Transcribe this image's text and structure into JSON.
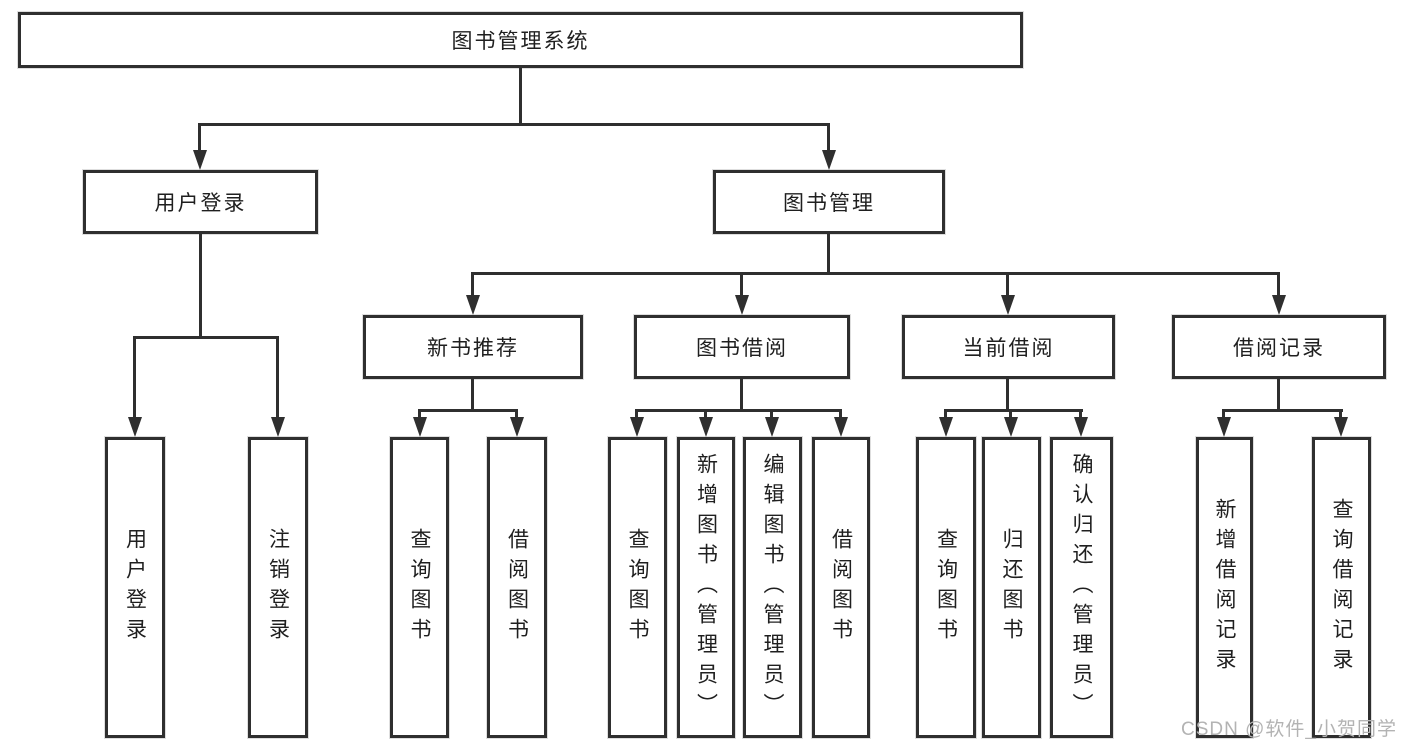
{
  "colors": {
    "line": "#2f2f2f",
    "text": "#1f1f1f",
    "watermark": "#b3b3b3"
  },
  "watermark": {
    "text": "CSDN @软件_小贺同学"
  },
  "nodes": {
    "root": {
      "label": "图书管理系统"
    },
    "user_login": {
      "label": "用户登录"
    },
    "book_mgmt": {
      "label": "图书管理"
    },
    "new_book_rec": {
      "label": "新书推荐"
    },
    "book_borrow": {
      "label": "图书借阅"
    },
    "current_borrow": {
      "label": "当前借阅"
    },
    "borrow_records": {
      "label": "借阅记录"
    },
    "leaf_user_login": {
      "label": "用户登录"
    },
    "leaf_logout": {
      "label": "注销登录"
    },
    "leaf_query_book_1": {
      "label": "查询图书"
    },
    "leaf_borrow_book_1": {
      "label": "借阅图书"
    },
    "leaf_query_book_2": {
      "label": "查询图书"
    },
    "leaf_add_book_admin": {
      "label": "新增图书（管理员）"
    },
    "leaf_edit_book_admin": {
      "label": "编辑图书（管理员）"
    },
    "leaf_borrow_book_2": {
      "label": "借阅图书"
    },
    "leaf_query_book_3": {
      "label": "查询图书"
    },
    "leaf_return_book": {
      "label": "归还图书"
    },
    "leaf_confirm_return_admin": {
      "label": "确认归还（管理员）"
    },
    "leaf_add_borrow_record": {
      "label": "新增借阅记录"
    },
    "leaf_query_borrow_record": {
      "label": "查询借阅记录"
    }
  }
}
